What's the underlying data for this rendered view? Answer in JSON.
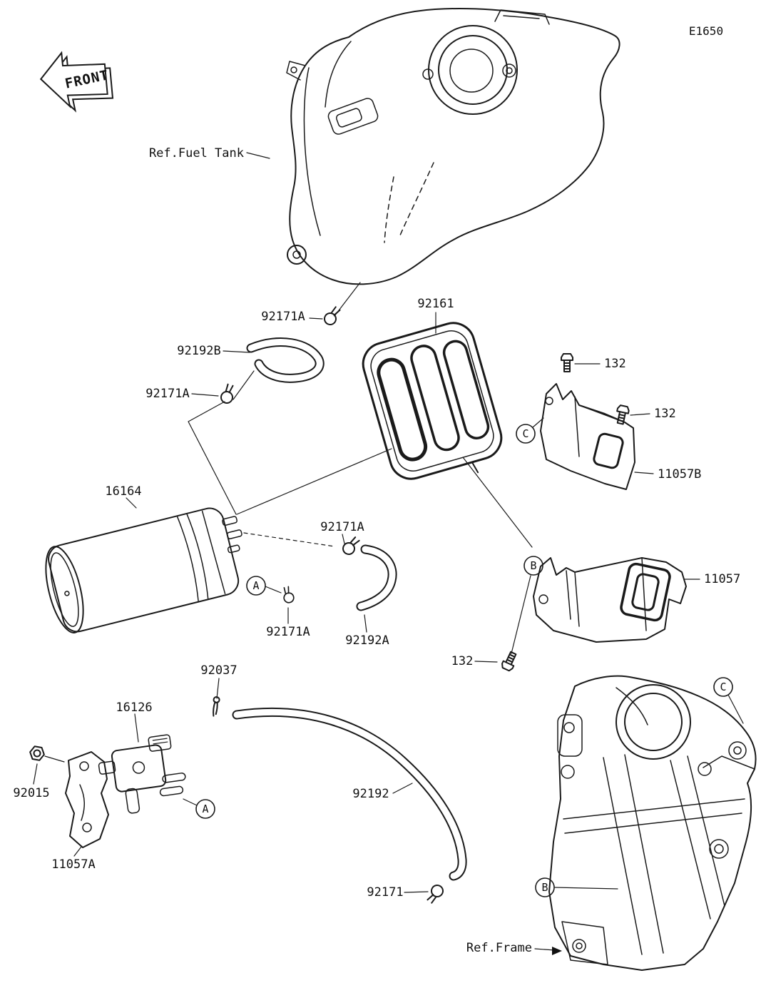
{
  "diagram": {
    "code": "E1650",
    "front_label": "FRONT",
    "refs": {
      "fuel_tank": "Ref.Fuel Tank",
      "frame": "Ref.Frame"
    },
    "callouts": {
      "A": "A",
      "B": "B",
      "C": "C"
    },
    "parts": {
      "clamp_92171A": "92171A",
      "damper_92161": "92161",
      "hose_92192B": "92192B",
      "bolt_132": "132",
      "bracket_11057B": "11057B",
      "canister_16164": "16164",
      "hose_92192A": "92192A",
      "bracket_11057": "11057",
      "pin_92037": "92037",
      "valve_16126": "16126",
      "nut_92015": "92015",
      "bracket_11057A": "11057A",
      "hose_92192": "92192",
      "clamp_92171": "92171"
    }
  }
}
